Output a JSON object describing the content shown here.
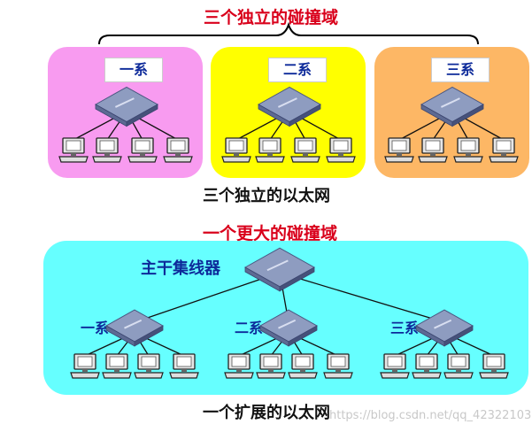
{
  "top": {
    "title": "三个独立的碰撞域",
    "caption": "三个独立的以太网",
    "departments": [
      {
        "label": "一系",
        "color": "#f89bf0"
      },
      {
        "label": "二系",
        "color": "#ffff00"
      },
      {
        "label": "三系",
        "color": "#fdb765"
      }
    ]
  },
  "bottom": {
    "title": "一个更大的碰撞域",
    "caption": "一个扩展的以太网",
    "trunk_label": "主干集线器",
    "color": "#66ffff",
    "departments": [
      {
        "label": "一系"
      },
      {
        "label": "二系"
      },
      {
        "label": "三系"
      }
    ]
  },
  "watermark": "https://blog.csdn.net/qq_42322103"
}
